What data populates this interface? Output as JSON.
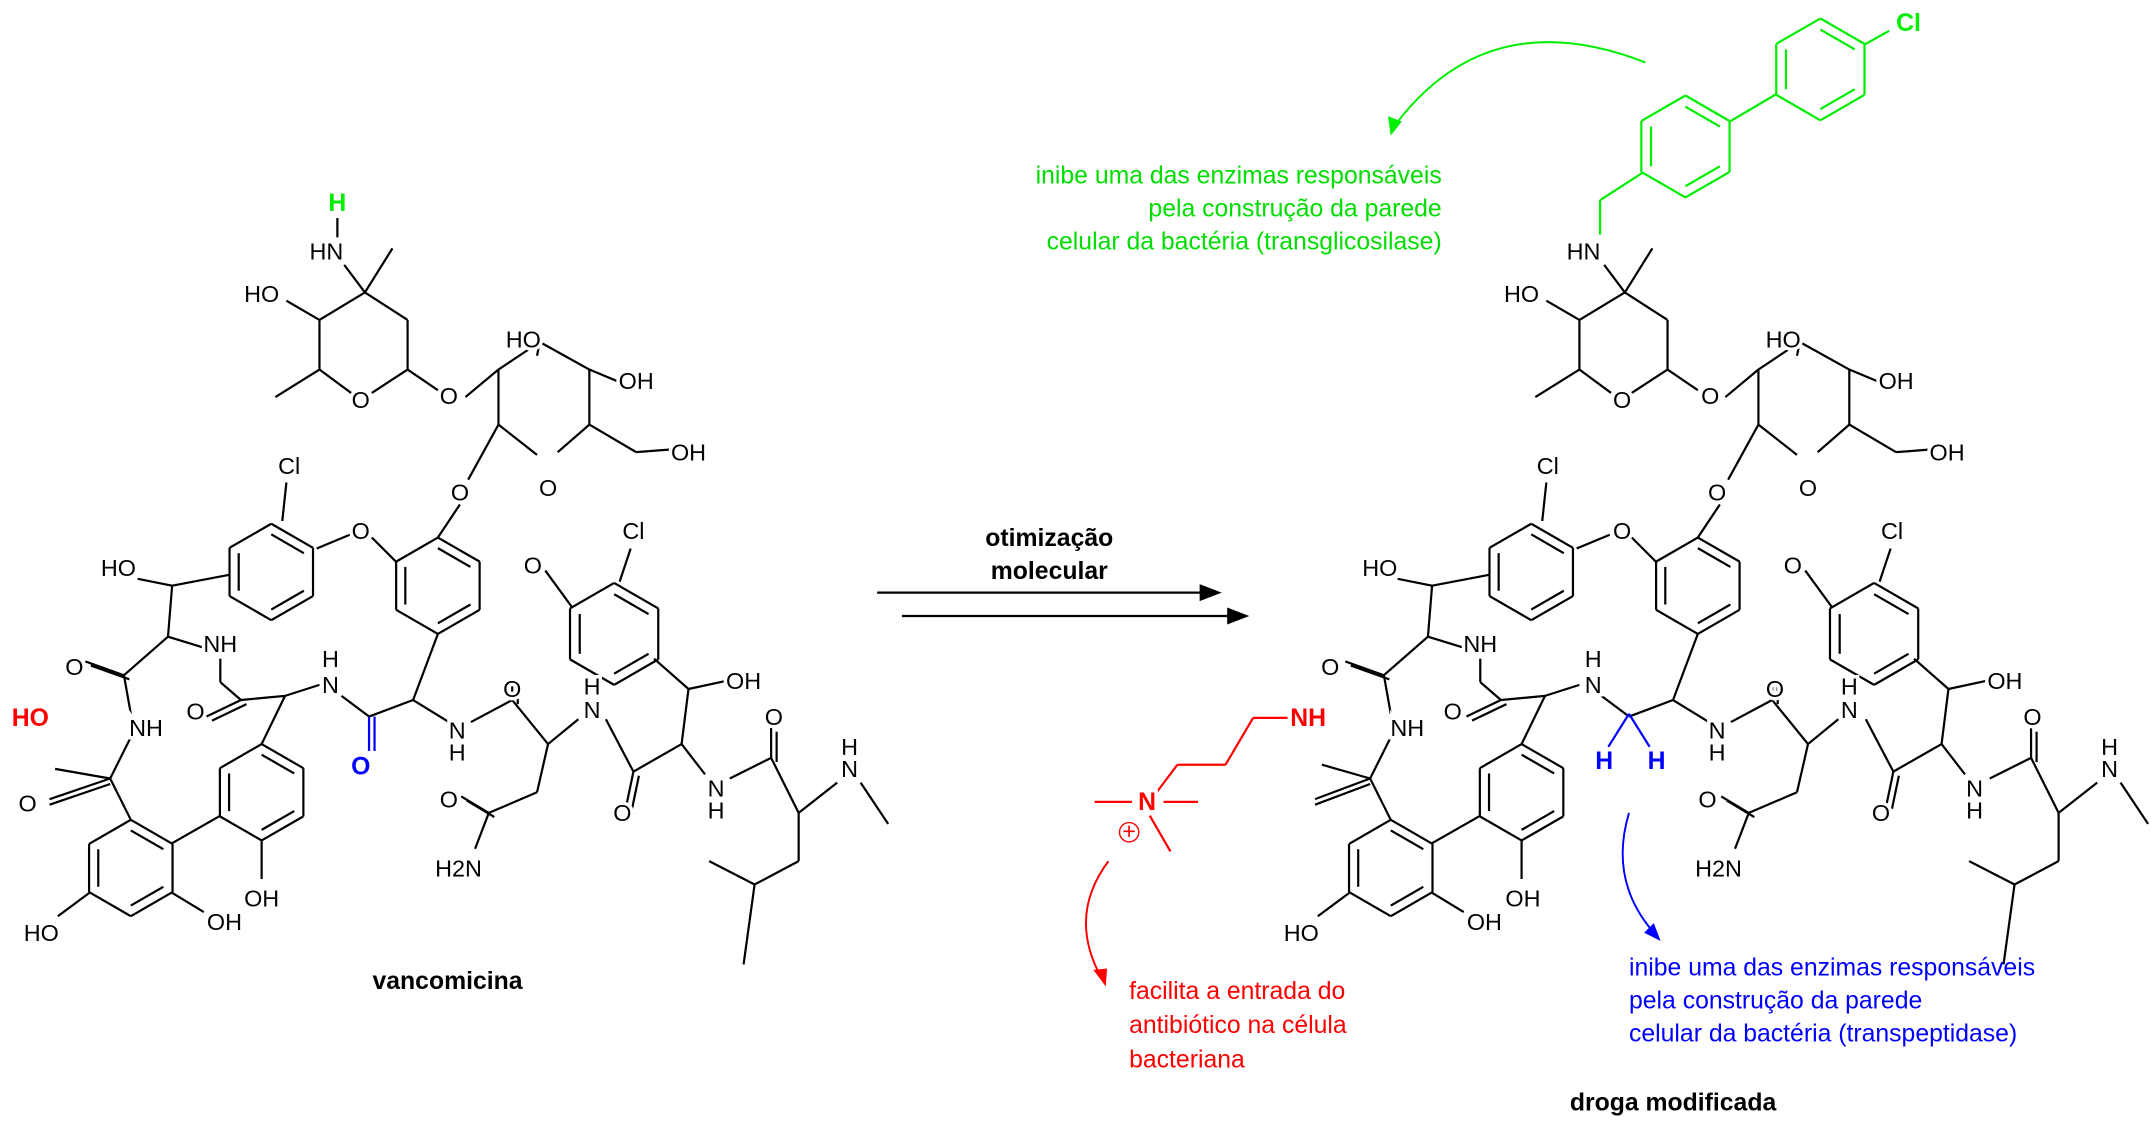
{
  "colors": {
    "green": "#00ee00",
    "red": "#ff0000",
    "blue": "#0000ff",
    "black": "#000000"
  },
  "reaction": {
    "arrow_label_line1": "otimização",
    "arrow_label_line2": "molecular"
  },
  "left_molecule": {
    "name": "vancomicina",
    "atoms": [
      "H",
      "HN",
      "HO",
      "O",
      "O",
      "HO",
      "OH",
      "OH",
      "O",
      "O",
      "Cl",
      "O",
      "O",
      "Cl",
      "HO",
      "NH",
      "O",
      "HO",
      "NH",
      "O",
      "H",
      "N",
      "O",
      "O",
      "N",
      "H",
      "H",
      "N",
      "OH",
      "O",
      "O",
      "O",
      "N",
      "H",
      "H",
      "N",
      "O",
      "H2N",
      "OH",
      "OH",
      "HO"
    ]
  },
  "right_molecule": {
    "name": "droga modificada",
    "atoms": [
      "Cl",
      "HN",
      "HO",
      "O",
      "O",
      "HO",
      "OH",
      "OH",
      "O",
      "O",
      "Cl",
      "O",
      "O",
      "Cl",
      "HO",
      "NH",
      "O",
      "NH",
      "NH",
      "O",
      "H",
      "N",
      "H",
      "H",
      "N",
      "H",
      "O",
      "H",
      "N",
      "OH",
      "O",
      "O",
      "O",
      "N",
      "H",
      "H",
      "N",
      "H2N",
      "OH",
      "OH",
      "HO",
      "N",
      "+"
    ]
  },
  "annotations": {
    "green": [
      "inibe uma das enzimas responsáveis",
      "pela construção da parede",
      "celular da bactéria (transglicosilase)"
    ],
    "red": [
      "facilita a entrada do",
      "antibiótico na célula",
      "bacteriana"
    ],
    "blue": [
      "inibe uma das enzimas responsáveis",
      "pela construção da parede",
      "celular da bactéria (transpeptidase)"
    ]
  }
}
